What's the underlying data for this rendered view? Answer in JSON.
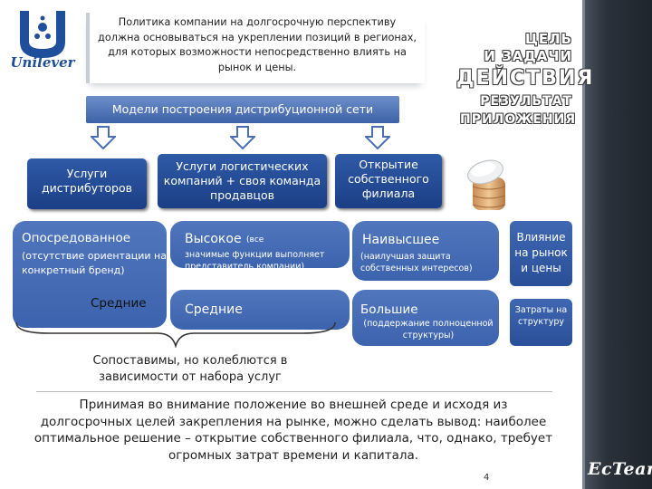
{
  "logo": {
    "wordmark": "Unilever",
    "icon": "unilever-u-logo-icon"
  },
  "policy": {
    "text": "Политика компании на долгосрочную перспективу должна основываться на укреплении позиций в регионах, для которых возможности непосредственно влиять на рынок и цены."
  },
  "headings": {
    "goal_line1": "ЦЕЛЬ",
    "goal_line2": "И ЗАДАЧИ",
    "action": "ДЕЙСТВИЯ",
    "result_line1": "РЕЗУЛЬТАТ",
    "result_line2": "ПРИЛОЖЕНИЯ"
  },
  "models_banner": "Модели построения дистрибуционной сети",
  "columns": [
    {
      "header": "Услуги дистрибуторов"
    },
    {
      "header": "Услуги логистических компаний + своя команда продавцов"
    },
    {
      "header": "Открытие собственного филиала"
    }
  ],
  "row_influence": {
    "col1_main": "Опосредованное",
    "col1_note": "(отсутствие ориентации на конкретный бренд)",
    "col2_main": "Высокое",
    "col2_small": "(все",
    "col2_note": "значимые функции выполняет представитель компании)",
    "col3_main": "Наивысшее",
    "col3_note": "(наилучшая защита собственных интересов)",
    "side_label": "Влияние на рынок и цены"
  },
  "row_costs": {
    "col1_main": "Средние",
    "col2_main": "Средние",
    "col3_main": "Большие",
    "col3_note": "(поддержание полноценной структуры)",
    "side_label": "Затраты на структуру"
  },
  "comparable_note": "Сопоставимы, но колеблются в зависимости от набора услуг",
  "conclusion": "Принимая во внимание положение во внешней среде и исходя из долгосрочных целей закрепления на рынке, можно сделать вывод: наиболее оптимальное решение – открытие собственного филиала, что, однако, требует огромных затрат времени и капитала.",
  "page_number": "4",
  "brand_signature": "EcTeam",
  "colors": {
    "banner": "#4f73b6",
    "box_dark": "#1b3f86",
    "cell": "#4b70b8"
  }
}
